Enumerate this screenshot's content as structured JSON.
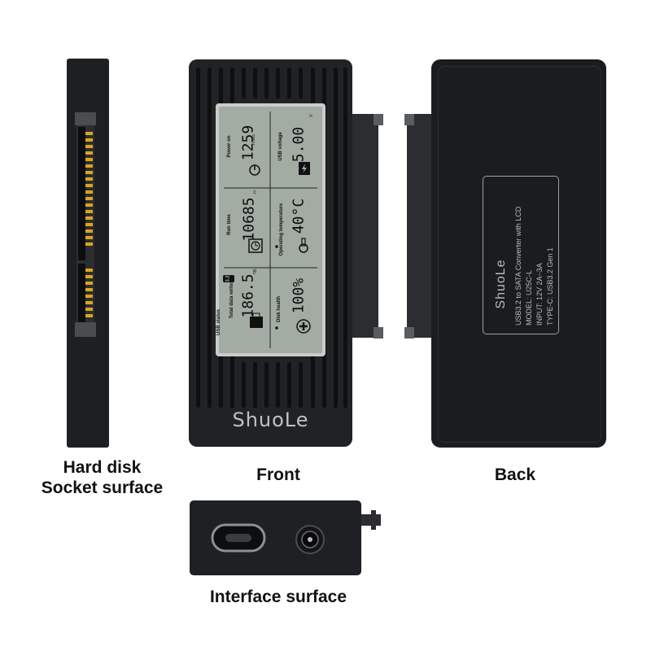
{
  "captions": {
    "hard_disk_line1": "Hard disk",
    "hard_disk_line2": "Socket surface",
    "front": "Front",
    "back": "Back",
    "interface": "Interface surface"
  },
  "front": {
    "brand": "ShuoLe",
    "lcd": {
      "power_on_label": "Power on",
      "power_on_value": "1259",
      "power_on_unit": "Times",
      "usb_voltage_label": "USB voltage",
      "usb_voltage_value": "5.00",
      "usb_voltage_unit": "V",
      "run_time_label": "Run time",
      "run_time_value": "10685",
      "run_time_unit": "H",
      "temp_label": "Operating temperature",
      "temp_value": "40°C",
      "usb_status_label": "USB status",
      "usb_status_badge": "3.2",
      "total_writes_label": "Total data writes",
      "total_writes_value": "186.5",
      "total_writes_unit": "TB",
      "disk_health_label": "Disk health",
      "disk_health_value": "100%"
    }
  },
  "back": {
    "brand": "ShuoLe",
    "line1": "USB3.2 to SATA Converter with LCD",
    "line2": "MODEL: U25C-L",
    "line3": "INPUT: 12V 2A~3A",
    "line4": "TYPE-C: USB3.2 Gen 1"
  },
  "colors": {
    "device_body": "#202225",
    "lcd_background": "#a3aca3",
    "sata_pins": "#d9a51c",
    "caption_text": "#111111"
  }
}
